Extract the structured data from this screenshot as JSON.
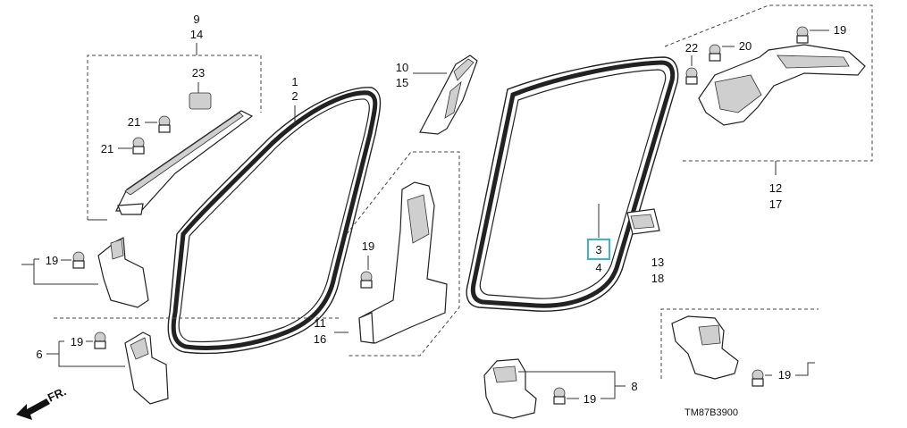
{
  "diagram": {
    "callouts": {
      "c9": "9",
      "c14": "14",
      "c23": "23",
      "c21a": "21",
      "c21b": "21",
      "c1": "1",
      "c2": "2",
      "c10": "10",
      "c15": "15",
      "c19_center": "19",
      "c11": "11",
      "c16": "16",
      "c19_left_top": "19",
      "c6": "6",
      "c19_left_bottom": "19",
      "c3": "3",
      "c4": "4",
      "c13": "13",
      "c18": "18",
      "c22": "22",
      "c20": "20",
      "c19_top_right": "19",
      "c12": "12",
      "c17": "17",
      "c19_bottom_right": "19",
      "c8": "8",
      "c19_bottom_center": "19"
    },
    "front_arrow_label": "FR.",
    "diagram_code": "TM87B3900",
    "highlight_color": "#3bb3d6"
  }
}
